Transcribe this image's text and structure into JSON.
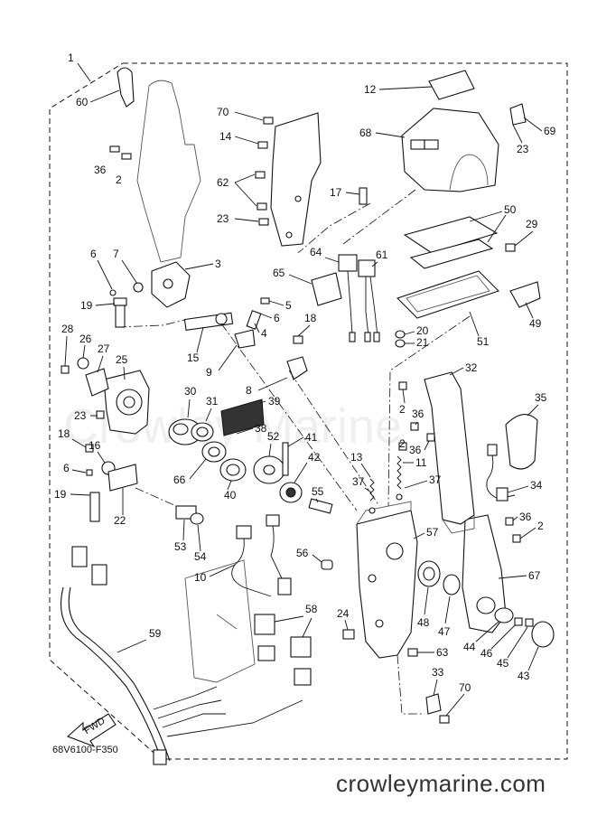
{
  "diagram_code": "68V6100-F350",
  "footer_text": "crowleymarine.com",
  "watermark_text": "Crowley Marine",
  "direction_label": "FWD",
  "callouts": [
    "1",
    "2",
    "3",
    "4",
    "5",
    "6",
    "7",
    "8",
    "9",
    "10",
    "11",
    "12",
    "13",
    "14",
    "15",
    "16",
    "17",
    "18",
    "19",
    "20",
    "21",
    "22",
    "23",
    "24",
    "25",
    "26",
    "27",
    "28",
    "29",
    "30",
    "31",
    "32",
    "33",
    "34",
    "35",
    "36",
    "37",
    "38",
    "39",
    "40",
    "41",
    "42",
    "43",
    "44",
    "45",
    "46",
    "47",
    "48",
    "49",
    "50",
    "51",
    "52",
    "53",
    "54",
    "55",
    "56",
    "57",
    "58",
    "59",
    "60",
    "61",
    "62",
    "63",
    "64",
    "65",
    "66",
    "67",
    "68",
    "69",
    "70"
  ]
}
